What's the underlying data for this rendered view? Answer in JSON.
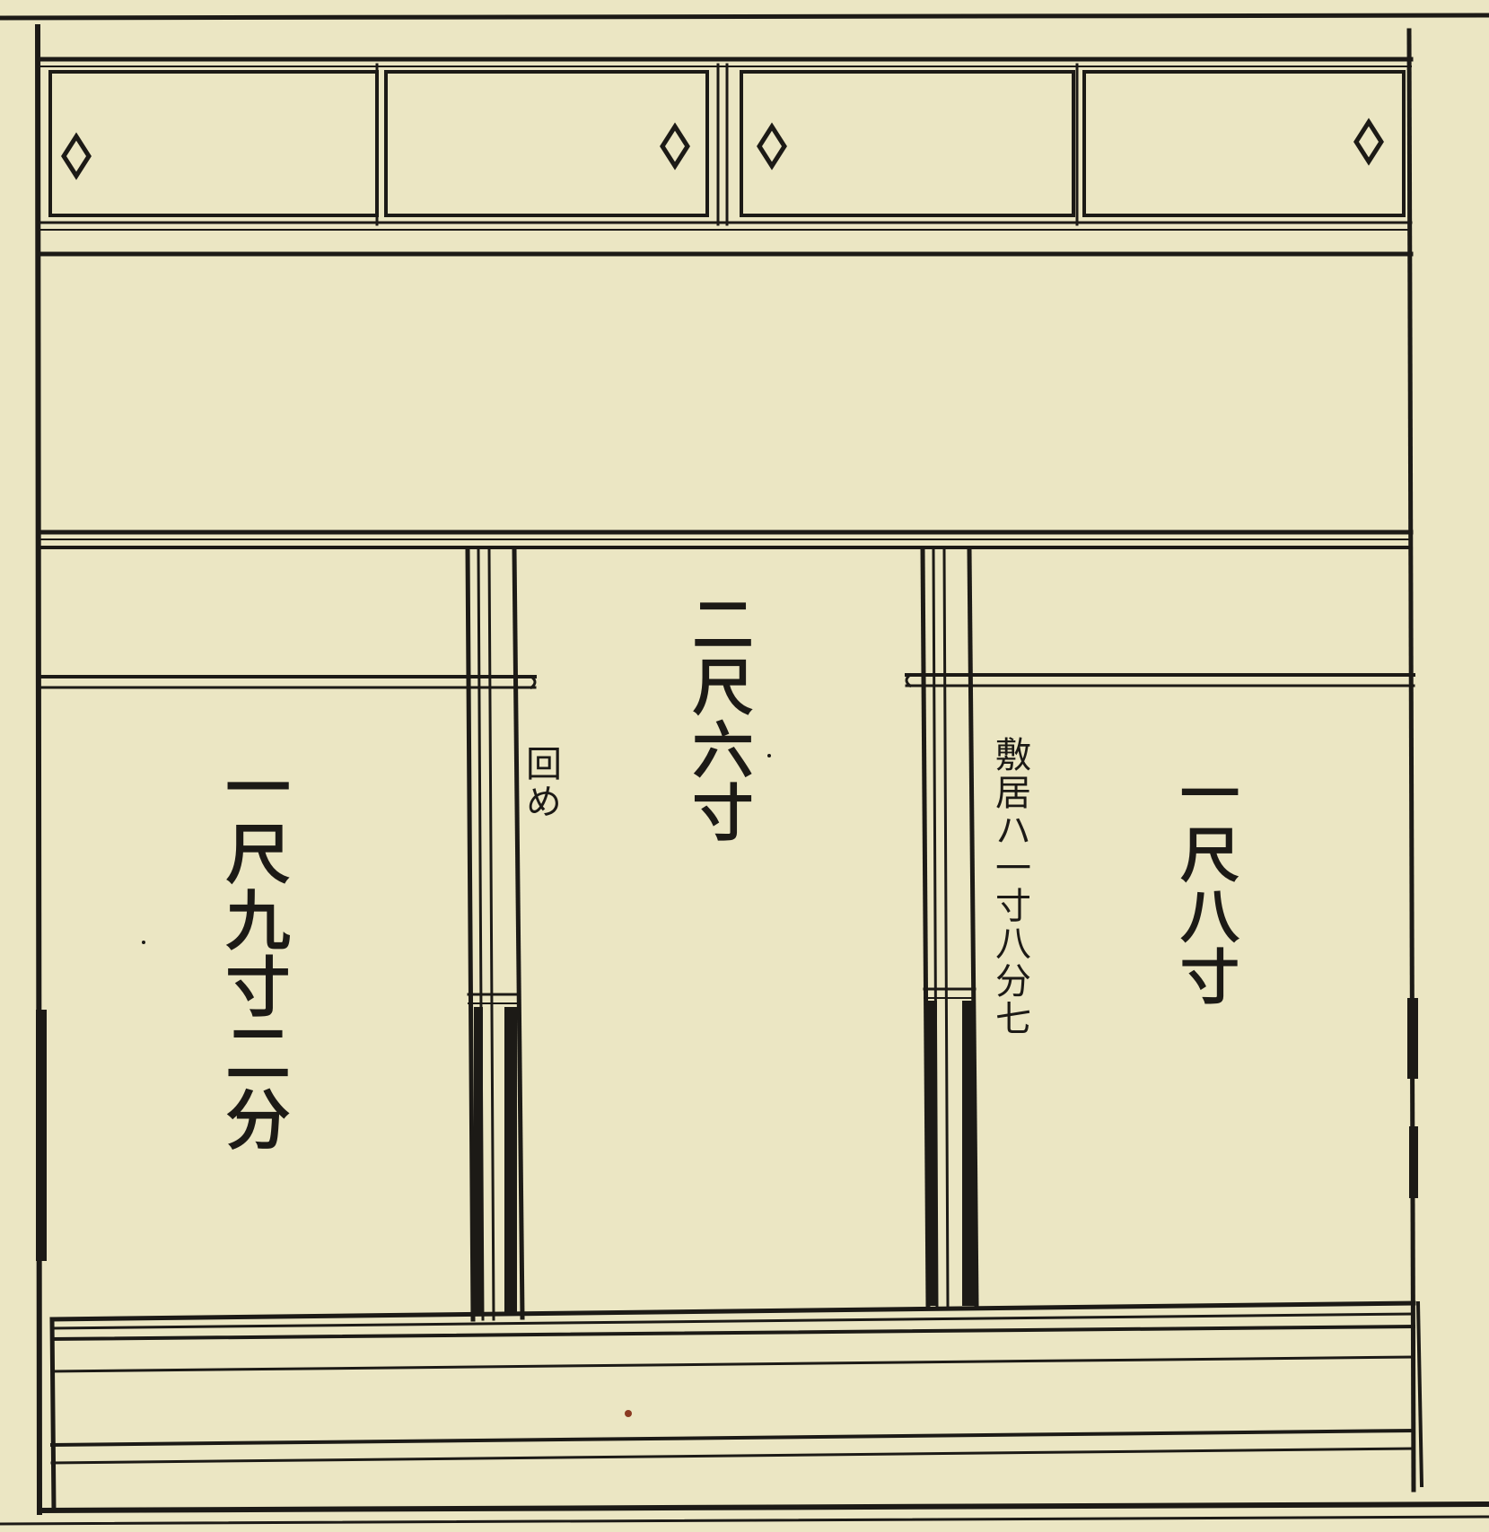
{
  "diagram": {
    "labels": {
      "left_width": "一尺九寸二分",
      "center_width": "二尺六寸",
      "right_width": "一尺八寸",
      "left_post_note": "回め",
      "right_post_note": "敷居ハ一寸八分七"
    }
  }
}
